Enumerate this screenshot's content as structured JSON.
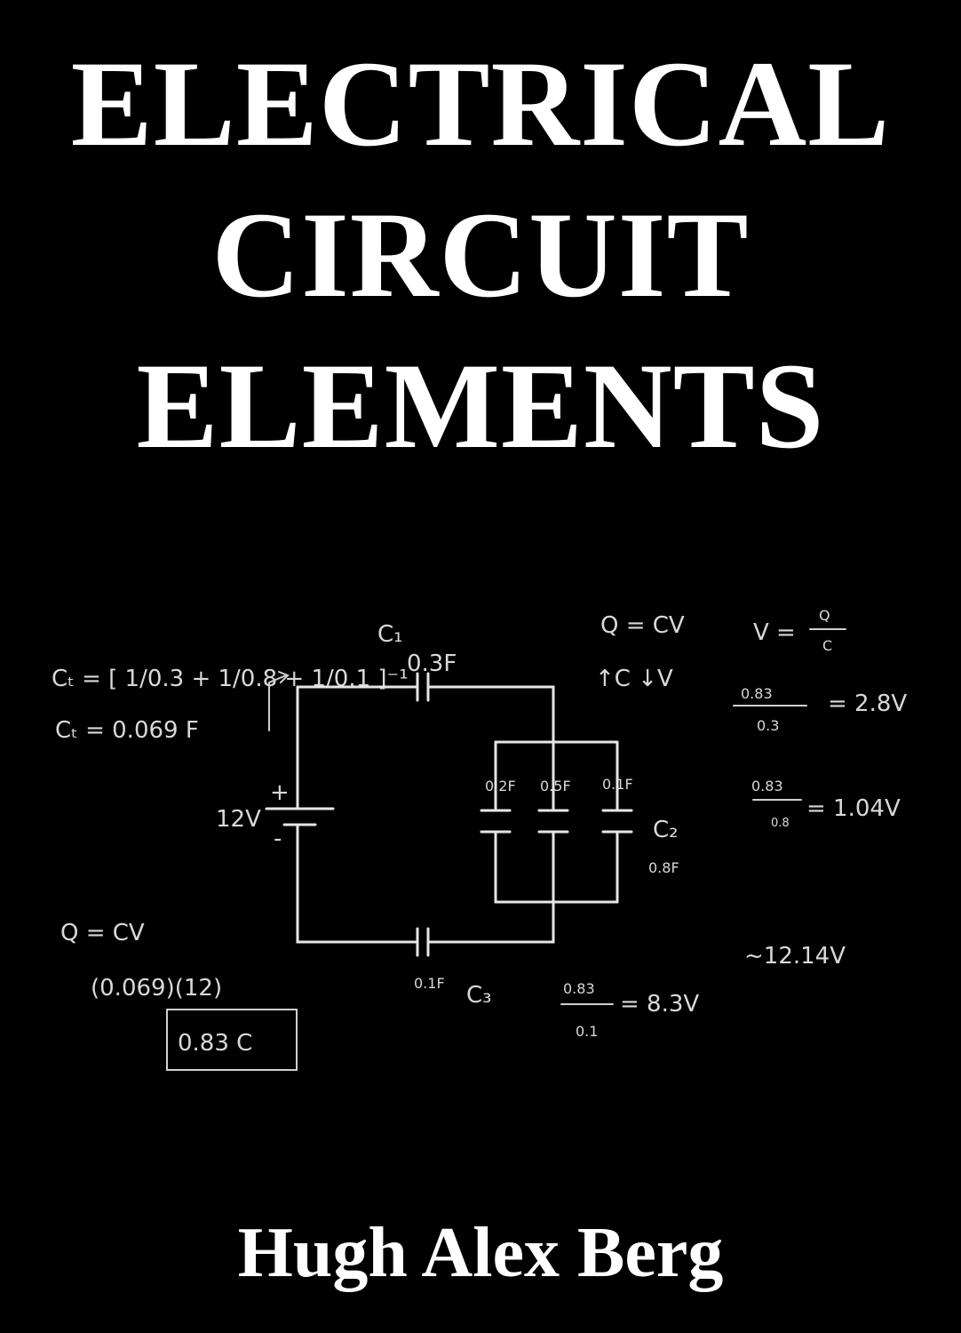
{
  "cover": {
    "title_lines": [
      "ELECTRICAL",
      "CIRCUIT",
      "ELEMENTS"
    ],
    "author": "Hugh Alex Berg",
    "background_color": "#000000",
    "text_color": "#ffffff"
  },
  "board": {
    "ct_formula": "Cₜ = [ 1/0.3 + 1/0.8 + 1/0.1 ]⁻¹",
    "ct_result": "Cₜ = 0.069 F",
    "c1_label": "C₁",
    "c1_value": "0.3F",
    "battery_plus": "+",
    "battery_minus": "-",
    "battery_value": "12V",
    "cap_a_value": "0.2F",
    "cap_b_value": "0.5F",
    "cap_c_value": "0.1F",
    "c2_label": "C₂",
    "c2_value": "0.8F",
    "c3_value": "0.1F",
    "c3_label": "C₃",
    "q_cv_top": "Q = CV",
    "arrows": "↑C ↓V",
    "v_eq": "V =",
    "v_eq_num": "Q",
    "v_eq_den": "C",
    "v1_num": "0.83",
    "v1_den": "0.3",
    "v1_res": "= 2.8V",
    "v2_num": "0.83",
    "v2_den": "0.8",
    "v2_res": "= 1.04V",
    "v_sum": "~12.14V",
    "q_cv_bottom": "Q = CV",
    "q_calc": "(0.069)(12)",
    "q_result": "0.83 C",
    "v3_num": "0.83",
    "v3_den": "0.1",
    "v3_res": "= 8.3V"
  }
}
